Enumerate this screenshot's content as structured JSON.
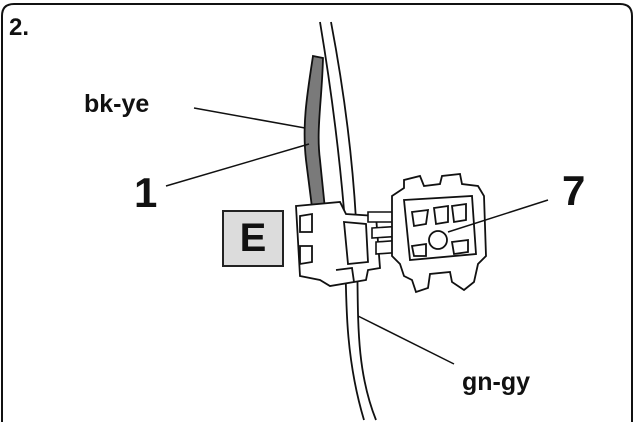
{
  "step_number": "2.",
  "labels": {
    "wire_black_yellow": "bk-ye",
    "wire_green_grey": "gn-gy",
    "callout_1": "1",
    "callout_7": "7",
    "connector_letter": "E"
  },
  "colors": {
    "wire_fill": "#7a7a7a",
    "e_box_fill": "#dcdcdc",
    "line": "#111111"
  }
}
